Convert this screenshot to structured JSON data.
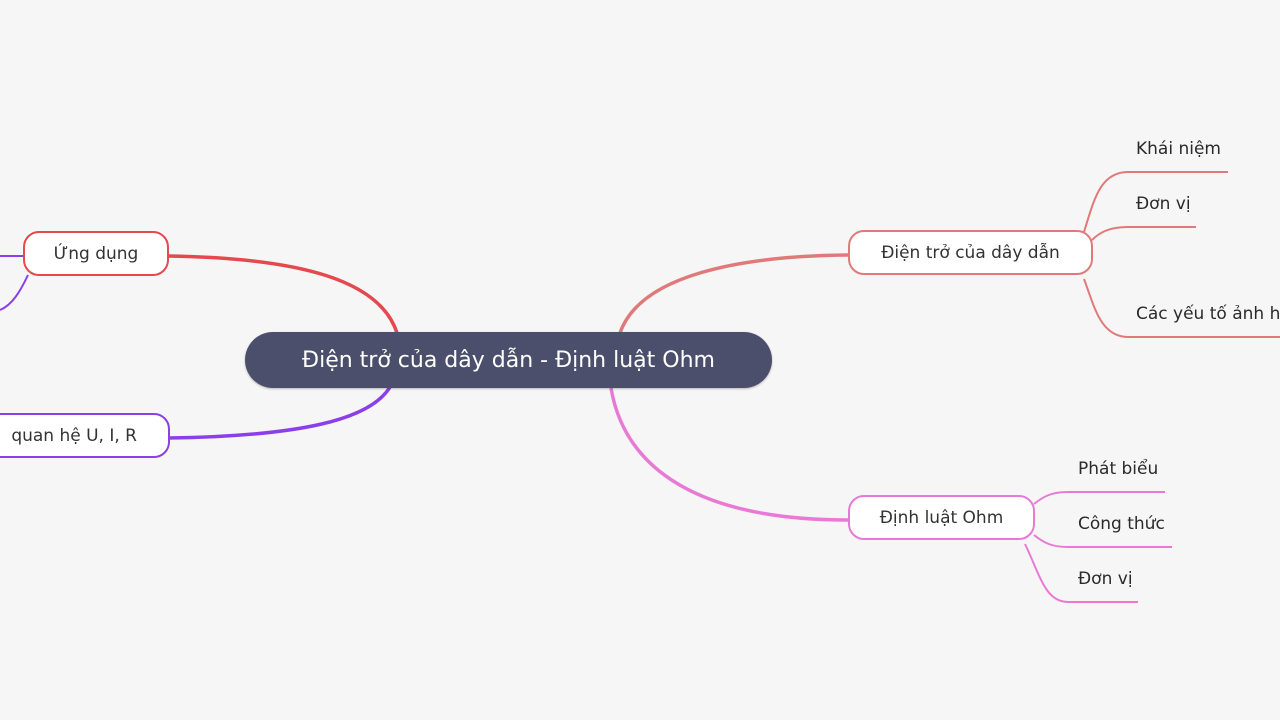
{
  "mindmap": {
    "root": {
      "label": "Điện trở của dây dẫn - Định luật Ohm",
      "color": "#4b4f6b"
    },
    "branches": [
      {
        "label": "Ứng dụng",
        "color": "#e5484d",
        "side": "left",
        "child_link_color": "#8b3fe8"
      },
      {
        "label": "quan hệ U, I, R",
        "color": "#8b3fe8",
        "side": "left"
      },
      {
        "label": "Điện trở của dây dẫn",
        "color": "#e07a7a",
        "side": "right",
        "children": [
          {
            "label": "Khái niệm"
          },
          {
            "label": "Đơn vị"
          },
          {
            "label": "Các yếu tố ảnh h"
          }
        ]
      },
      {
        "label": "Định luật Ohm",
        "color": "#e87ad6",
        "side": "right",
        "children": [
          {
            "label": "Phát biểu"
          },
          {
            "label": "Công thức"
          },
          {
            "label": "Đơn vị"
          }
        ]
      }
    ]
  }
}
